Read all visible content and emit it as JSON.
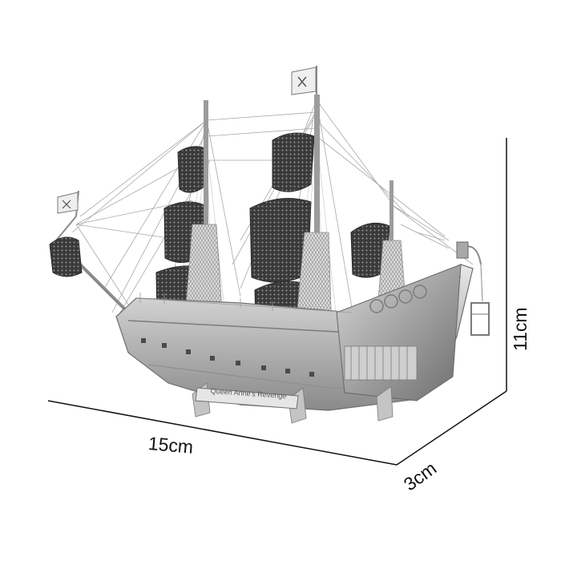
{
  "product": {
    "nameplate_text": "Queen Anne's Revenge"
  },
  "dimensions": {
    "length": "15cm",
    "depth": "3cm",
    "height": "11cm"
  },
  "colors": {
    "background": "#ffffff",
    "metal_light": "#d9d9d9",
    "metal_mid": "#a8a8a8",
    "metal_dark": "#5f5f5f",
    "sail_dark": "#3c3c3c",
    "dimension_line": "#111111"
  }
}
